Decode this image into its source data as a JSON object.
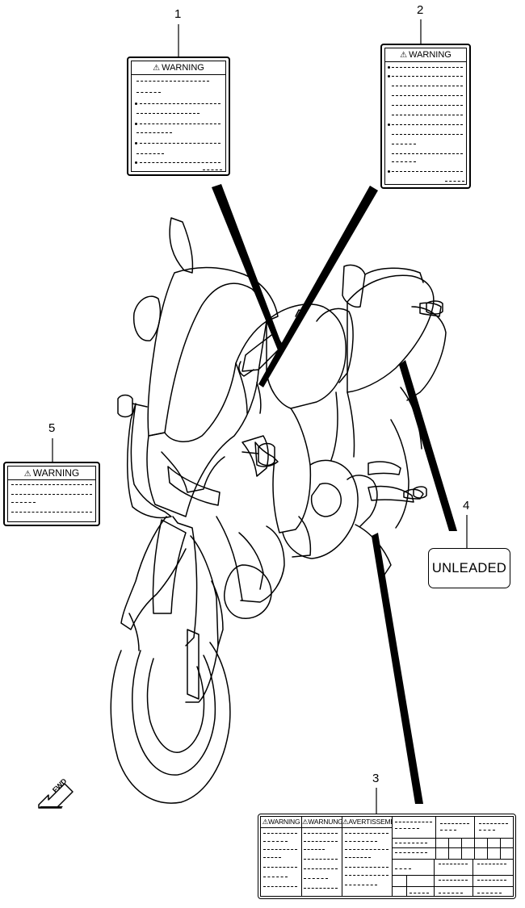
{
  "callouts": {
    "c1": "1",
    "c2": "2",
    "c3": "3",
    "c4": "4",
    "c5": "5"
  },
  "labels": {
    "warning": "WARNING",
    "unleaded": "UNLEADED",
    "multilang": {
      "en": "WARNING",
      "de": "WARNUNG",
      "fr": "AVERTISSEMENT"
    },
    "fwd": "FWD"
  }
}
